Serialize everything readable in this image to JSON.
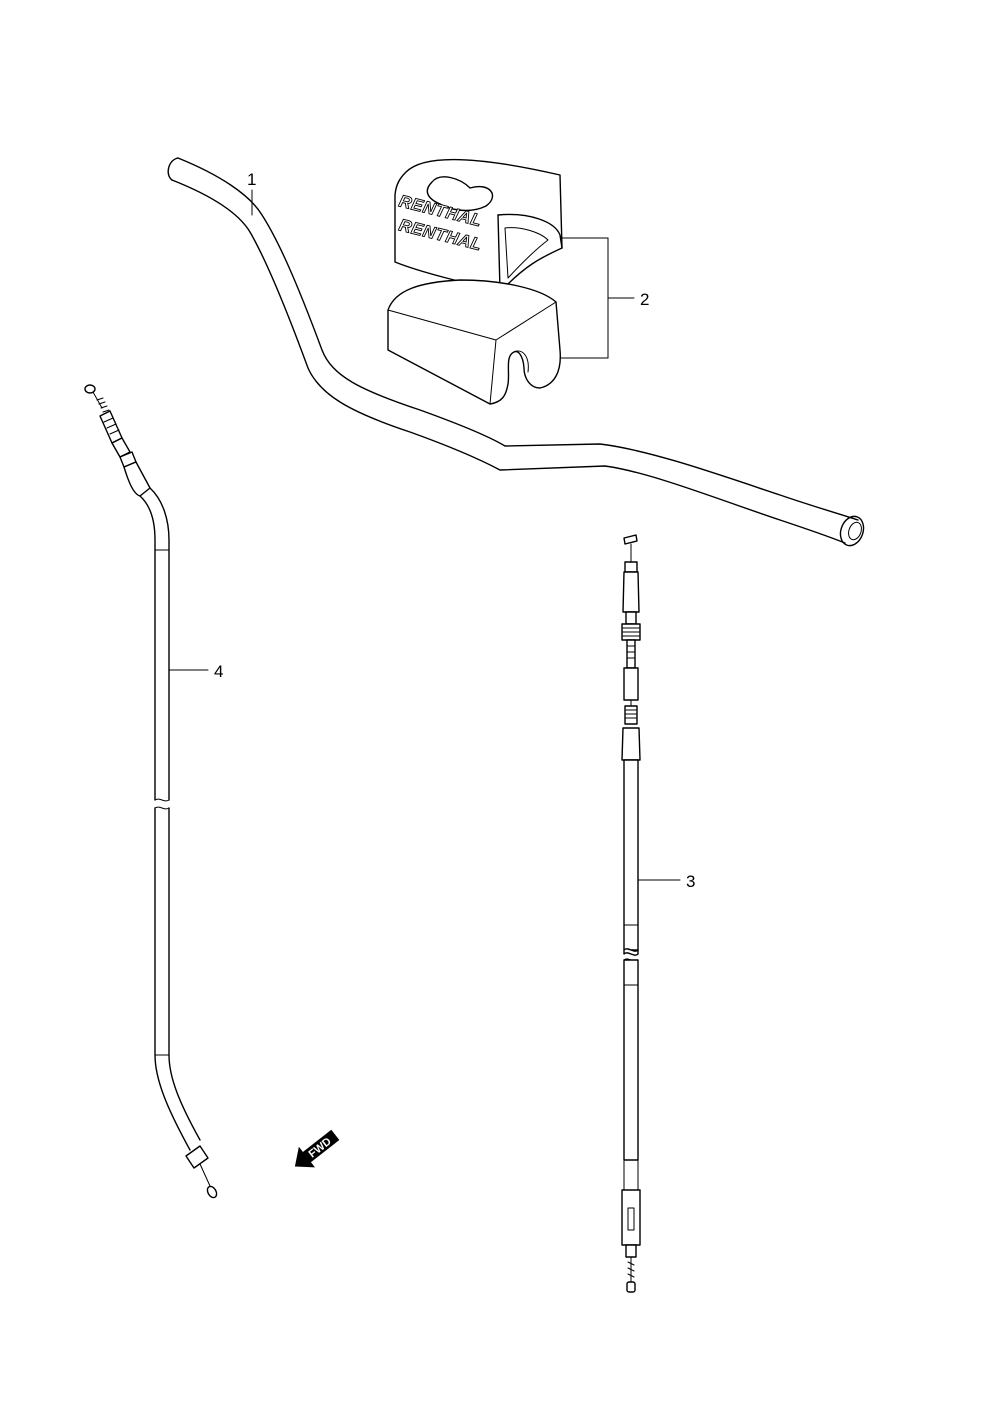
{
  "callouts": [
    {
      "id": "1",
      "label": "1"
    },
    {
      "id": "2",
      "label": "2"
    },
    {
      "id": "3",
      "label": "3"
    },
    {
      "id": "4",
      "label": "4"
    }
  ],
  "pad": {
    "brand_top": "RENTHAL",
    "brand_bottom": "RENTHAL"
  },
  "direction_marker": {
    "label": "FWD",
    "icon": "forward-arrow-icon"
  },
  "colors": {
    "line": "#000000",
    "background": "#ffffff"
  }
}
